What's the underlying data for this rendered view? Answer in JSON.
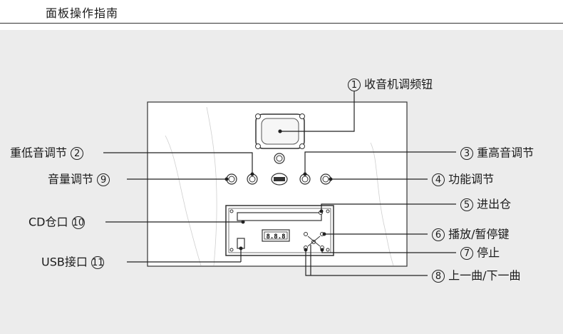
{
  "header": {
    "title": "面板操作指南"
  },
  "callouts": {
    "c1": {
      "num": "1",
      "text": "收音机调频钮"
    },
    "c2": {
      "num": "2",
      "text": "重低音调节"
    },
    "c3": {
      "num": "3",
      "text": "重高音调节"
    },
    "c4": {
      "num": "4",
      "text": "功能调节"
    },
    "c5": {
      "num": "5",
      "text": "进出仓"
    },
    "c6": {
      "num": "6",
      "text": "播放/暂停键"
    },
    "c7": {
      "num": "7",
      "text": "停止"
    },
    "c8": {
      "num": "8",
      "text": "上一曲/下一曲"
    },
    "c9": {
      "num": "9",
      "text": "音量调节"
    },
    "c10": {
      "num": "10",
      "text": "CD仓口"
    },
    "c11": {
      "num": "11",
      "text": "USB接口"
    }
  },
  "display": {
    "readout": "8.8.8"
  },
  "colors": {
    "background": "#ececec",
    "line": "#222222",
    "panel": "#ffffff"
  }
}
